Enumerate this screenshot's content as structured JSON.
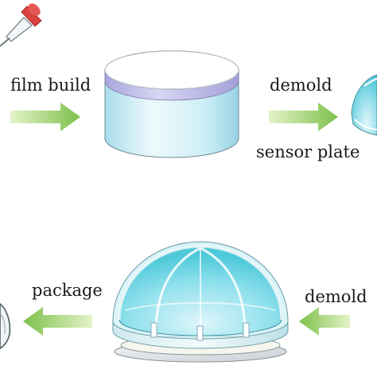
{
  "labels": {
    "film_build": "film build",
    "demold_top": "demold",
    "sensor_plate": "sensor plate",
    "package": "package",
    "demold_bottom": "demold"
  },
  "colors": {
    "arrow_light": "#e4f3c8",
    "arrow_dark": "#7cc04a",
    "cylinder_side_light": "#eef9fc",
    "cylinder_side_dark": "#a9dcec",
    "film_band": "#b9b6e4",
    "dome_light": "#dff6fb",
    "dome_dark": "#4fc9da",
    "dropper_bulb": "#d8423f"
  }
}
